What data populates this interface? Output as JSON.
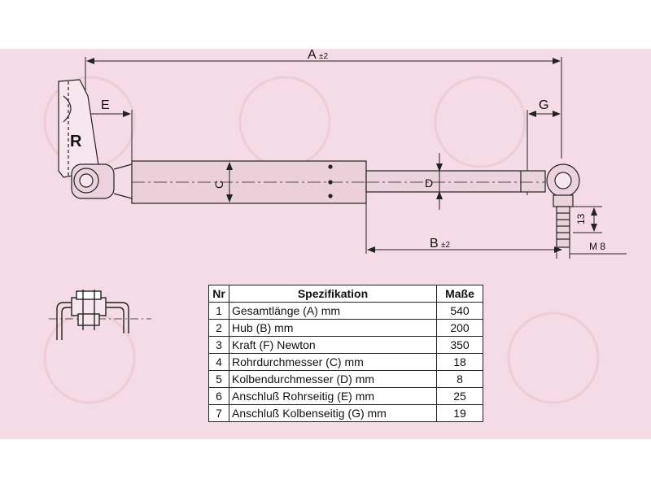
{
  "colors": {
    "background": "#f5dbe5",
    "line": "#222222",
    "fill_tube": "#ebd0da"
  },
  "labels": {
    "A": "A",
    "A_sub": "±2",
    "B": "B",
    "B_sub": "±2",
    "C": "C",
    "D": "D",
    "E": "E",
    "G": "G",
    "R": "R",
    "dim13": "13",
    "M8": "M 8"
  },
  "table": {
    "headers": {
      "nr": "Nr",
      "spec": "Spezifikation",
      "val": "Maße"
    },
    "rows": [
      {
        "nr": "1",
        "label": "Gesamtlänge (A) mm",
        "value": "540"
      },
      {
        "nr": "2",
        "label": "Hub (B)  mm",
        "value": "200"
      },
      {
        "nr": "3",
        "label": "Kraft (F) Newton",
        "value": "350"
      },
      {
        "nr": "4",
        "label": "Rohrdurchmesser (C) mm",
        "value": "18"
      },
      {
        "nr": "5",
        "label": "Kolbendurchmesser (D) mm",
        "value": "8"
      },
      {
        "nr": "6",
        "label": "Anschluß Rohrseitig (E) mm",
        "value": "25"
      },
      {
        "nr": "7",
        "label": "Anschluß Kolbenseitig (G) mm",
        "value": "19"
      }
    ]
  }
}
